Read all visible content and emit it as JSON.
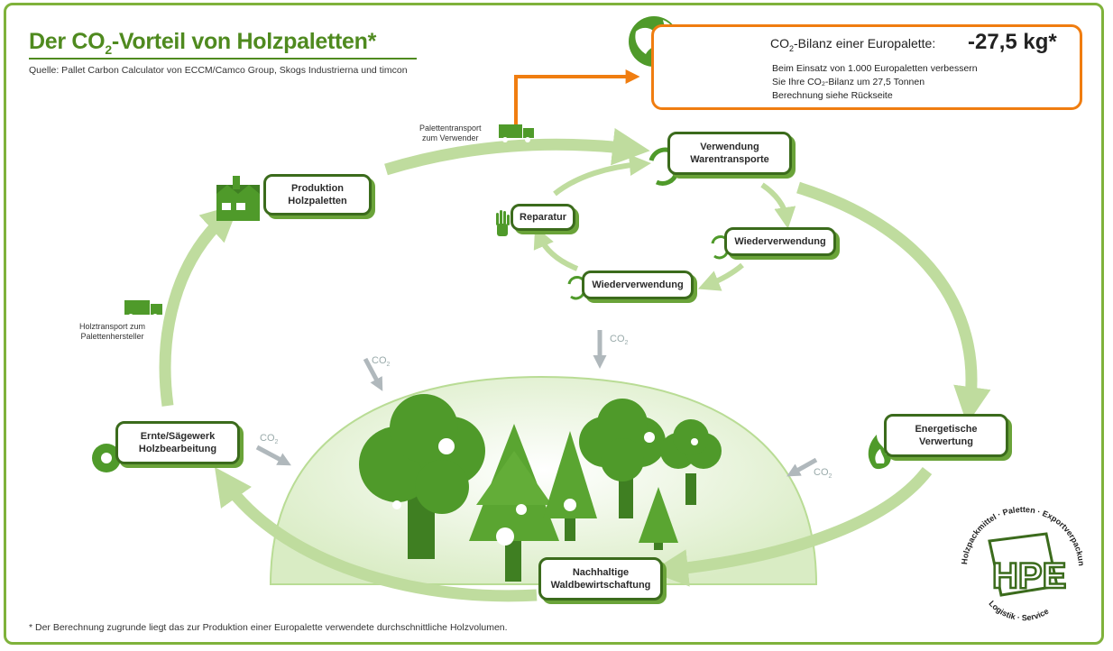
{
  "title": {
    "pre": "Der CO",
    "sub": "2",
    "post": "-Vorteil von Holzpaletten*"
  },
  "source": "Quelle: Pallet Carbon Calculator von ECCM/Camco Group, Skogs Industrierna und timcon",
  "footnote": "* Der Berechnung zugrunde liegt das zur Produktion einer Europalette verwendete durchschnittliche Holzvolumen.",
  "co2_box": {
    "head_pre": "CO",
    "head_sub": "2",
    "head_post": "-Bilanz einer Europalette:",
    "value": "-27,5 kg*",
    "line1": "Beim Einsatz von 1.000 Europaletten verbessern",
    "line2": "Sie Ihre CO₂-Bilanz um 27,5 Tonnen",
    "line3": "Berechnung siehe Rückseite"
  },
  "nodes": {
    "produktion": [
      "Produktion",
      "Holzpaletten"
    ],
    "verwendung": [
      "Verwendung",
      "Warentransporte"
    ],
    "reparatur": [
      "Reparatur"
    ],
    "wiederverwendung_1": [
      "Wiederverwendung"
    ],
    "wiederverwendung_2": [
      "Wiederverwendung"
    ],
    "energetische": [
      "Energetische",
      "Verwertung"
    ],
    "nachhaltige": [
      "Nachhaltige",
      "Waldbewirtschaftung"
    ],
    "ernte": [
      "Ernte/Sägewerk",
      "Holzbearbeitung"
    ]
  },
  "labels": {
    "paletten_transport": [
      "Palettentransport",
      "zum Verwender"
    ],
    "holz_transport": [
      "Holztransport zum",
      "Palettenhersteller"
    ]
  },
  "co2_label": {
    "base": "CO",
    "sub": "2"
  },
  "logo": {
    "letters": "HPE",
    "ring_top": "Holzpackmittel · Paletten · Exportverpackung",
    "ring_bottom": "Logistik · Service"
  },
  "colors": {
    "green_dark": "#3b6b1c",
    "green_mid": "#4f8a1f",
    "green_light": "#b9dc95",
    "orange": "#f07d10"
  }
}
